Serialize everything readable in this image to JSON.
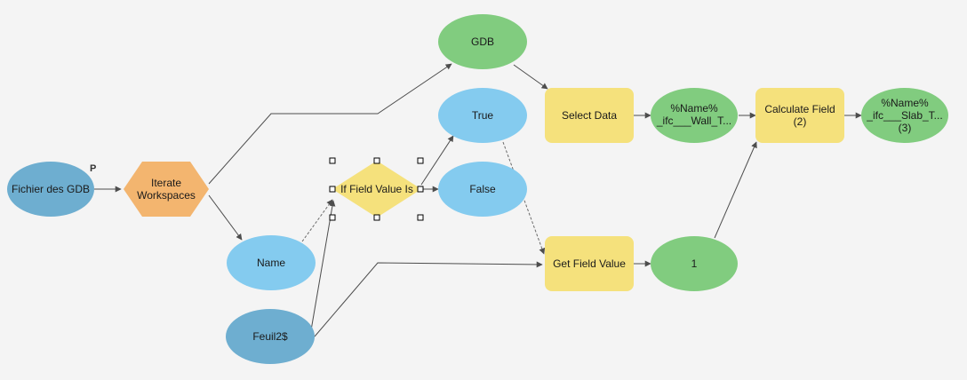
{
  "colors": {
    "background": "#f4f4f4",
    "input_variable": "#6eaed0",
    "derived_variable": "#84cbef",
    "output_green": "#81cc7f",
    "tool_yellow": "#f5e17c",
    "iterator_orange": "#f3b56f",
    "condition_yellow": "#f5e17c",
    "connector": "#4d4d4d"
  },
  "nodes": {
    "fichier": {
      "label": "Fichier des GDB",
      "param_mark": "P",
      "shape": "ellipse"
    },
    "iterate": {
      "lines": [
        "Iterate",
        "Workspaces"
      ],
      "shape": "hexagon"
    },
    "gdb": {
      "label": "GDB",
      "shape": "ellipse"
    },
    "name": {
      "label": "Name",
      "shape": "ellipse"
    },
    "feuil": {
      "label": "Feuil2$",
      "shape": "ellipse"
    },
    "iffield": {
      "label": "If Field Value Is",
      "shape": "diamond",
      "selected": true
    },
    "true": {
      "label": "True",
      "shape": "ellipse"
    },
    "false": {
      "label": "False",
      "shape": "ellipse"
    },
    "selectdata": {
      "label": "Select Data",
      "shape": "rounded-rect"
    },
    "getfield": {
      "label": "Get Field Value",
      "shape": "rounded-rect"
    },
    "wall": {
      "lines": [
        "%Name%",
        "_ifc___Wall_T..."
      ],
      "shape": "ellipse"
    },
    "one": {
      "label": "1",
      "shape": "ellipse"
    },
    "calcfield": {
      "lines": [
        "Calculate Field",
        "(2)"
      ],
      "shape": "rounded-rect"
    },
    "slab": {
      "lines": [
        "%Name%",
        "_ifc___Slab_T...",
        "(3)"
      ],
      "shape": "ellipse"
    }
  }
}
